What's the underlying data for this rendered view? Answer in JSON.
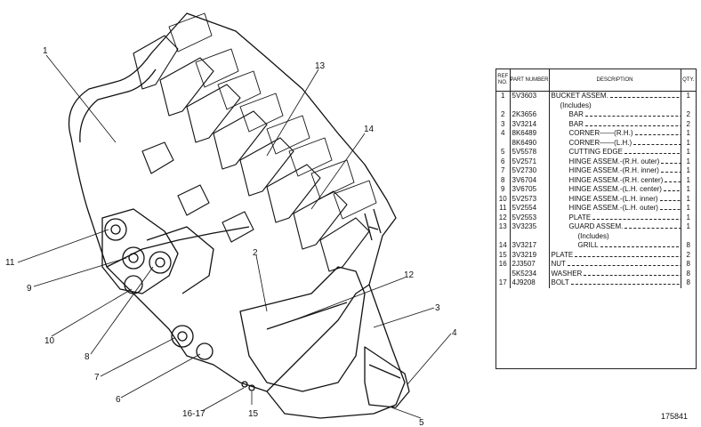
{
  "callouts": [
    "1",
    "13",
    "14",
    "11",
    "9",
    "2",
    "12",
    "10",
    "8",
    "3",
    "7",
    "4",
    "6",
    "16-17",
    "15",
    "5"
  ],
  "table": {
    "headers": {
      "ref": "REF NO.",
      "part": "PART NUMBER",
      "desc": "DESCRIPTION",
      "qty": "QTY."
    },
    "rows": [
      {
        "ref": "1",
        "part": "5V3603",
        "desc": "BUCKET ASSEM.",
        "qty": "1",
        "indent": 0
      },
      {
        "ref": "",
        "part": "",
        "desc": "(Includes)",
        "qty": "",
        "indent": 1
      },
      {
        "ref": "2",
        "part": "2K3656",
        "desc": "BAR",
        "qty": "2",
        "indent": 2
      },
      {
        "ref": "3",
        "part": "3V3214",
        "desc": "BAR",
        "qty": "2",
        "indent": 2
      },
      {
        "ref": "4",
        "part": "8K6489",
        "desc": "CORNER——(R.H.)",
        "qty": "1",
        "indent": 2
      },
      {
        "ref": "",
        "part": "8K6490",
        "desc": "CORNER——(L.H.)",
        "qty": "1",
        "indent": 2
      },
      {
        "ref": "5",
        "part": "5V5578",
        "desc": "CUTTING EDGE",
        "qty": "1",
        "indent": 2
      },
      {
        "ref": "6",
        "part": "5V2571",
        "desc": "HINGE ASSEM.-(R.H. outer)",
        "qty": "1",
        "indent": 2
      },
      {
        "ref": "7",
        "part": "5V2730",
        "desc": "HINGE ASSEM.-(R.H. inner)",
        "qty": "1",
        "indent": 2
      },
      {
        "ref": "8",
        "part": "3V6704",
        "desc": "HINGE ASSEM.-(R.H. center)",
        "qty": "1",
        "indent": 2
      },
      {
        "ref": "9",
        "part": "3V6705",
        "desc": "HINGE ASSEM.-(L.H. center)",
        "qty": "1",
        "indent": 2
      },
      {
        "ref": "10",
        "part": "5V2573",
        "desc": "HINGE ASSEM.-(L.H. inner)",
        "qty": "1",
        "indent": 2
      },
      {
        "ref": "11",
        "part": "5V2554",
        "desc": "HINGE ASSEM.-(L.H. outer)",
        "qty": "1",
        "indent": 2
      },
      {
        "ref": "12",
        "part": "5V2553",
        "desc": "PLATE",
        "qty": "1",
        "indent": 2
      },
      {
        "ref": "13",
        "part": "3V3235",
        "desc": "GUARD ASSEM.",
        "qty": "1",
        "indent": 2
      },
      {
        "ref": "",
        "part": "",
        "desc": "(Includes)",
        "qty": "",
        "indent": 3
      },
      {
        "ref": "14",
        "part": "3V3217",
        "desc": "GRILL",
        "qty": "8",
        "indent": 3
      },
      {
        "ref": "15",
        "part": "3V3219",
        "desc": "PLATE",
        "qty": "2",
        "indent": 0
      },
      {
        "ref": "16",
        "part": "2J3507",
        "desc": "NUT",
        "qty": "8",
        "indent": 0
      },
      {
        "ref": "",
        "part": "5K5234",
        "desc": "WASHER",
        "qty": "8",
        "indent": 0
      },
      {
        "ref": "17",
        "part": "4J9208",
        "desc": "BOLT",
        "qty": "8",
        "indent": 0
      }
    ]
  },
  "doc_number": "175841"
}
